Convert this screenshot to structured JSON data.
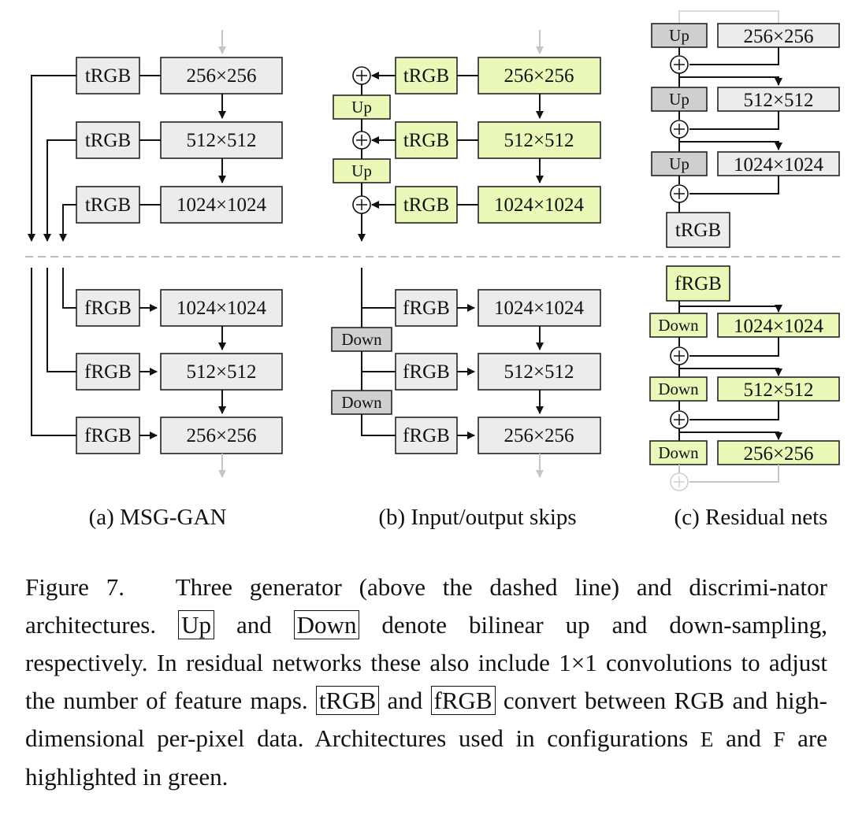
{
  "panels": {
    "a": {
      "caption": "(a) MSG-GAN",
      "gen": [
        "256×256",
        "512×512",
        "1024×1024"
      ],
      "disc": [
        "1024×1024",
        "512×512",
        "256×256"
      ],
      "trgb": "tRGB",
      "frgb": "fRGB"
    },
    "b": {
      "caption": "(b) Input/output skips",
      "gen": [
        "256×256",
        "512×512",
        "1024×1024"
      ],
      "disc": [
        "1024×1024",
        "512×512",
        "256×256"
      ],
      "trgb": "tRGB",
      "frgb": "fRGB",
      "up": "Up",
      "down": "Down"
    },
    "c": {
      "caption": "(c) Residual nets",
      "gen": [
        "256×256",
        "512×512",
        "1024×1024"
      ],
      "disc": [
        "1024×1024",
        "512×512",
        "256×256"
      ],
      "trgb": "tRGB",
      "frgb": "fRGB",
      "up": "Up",
      "down": "Down"
    }
  },
  "caption": {
    "label": "Figure 7.",
    "t1": "Three generator (above the dashed line) and discrimi-nator architectures.",
    "up": "Up",
    "t2": "and",
    "down": "Down",
    "t3": "denote bilinear up and down-sampling, respectively. In residual networks these also include 1×1 convolutions to adjust the number of feature maps.",
    "trgb": "tRGB",
    "t4": "and",
    "frgb": "fRGB",
    "t5": "convert between RGB and high-dimensional per-pixel data. Architectures used in configurations",
    "cfgE": "E",
    "t6": "and",
    "cfgF": "F",
    "t7": "are highlighted in green."
  },
  "colors": {
    "green": "#eaf9b8",
    "gray": "#ececec",
    "dark_gray": "#cfcfcf",
    "dashed": "#bdbdbd"
  }
}
